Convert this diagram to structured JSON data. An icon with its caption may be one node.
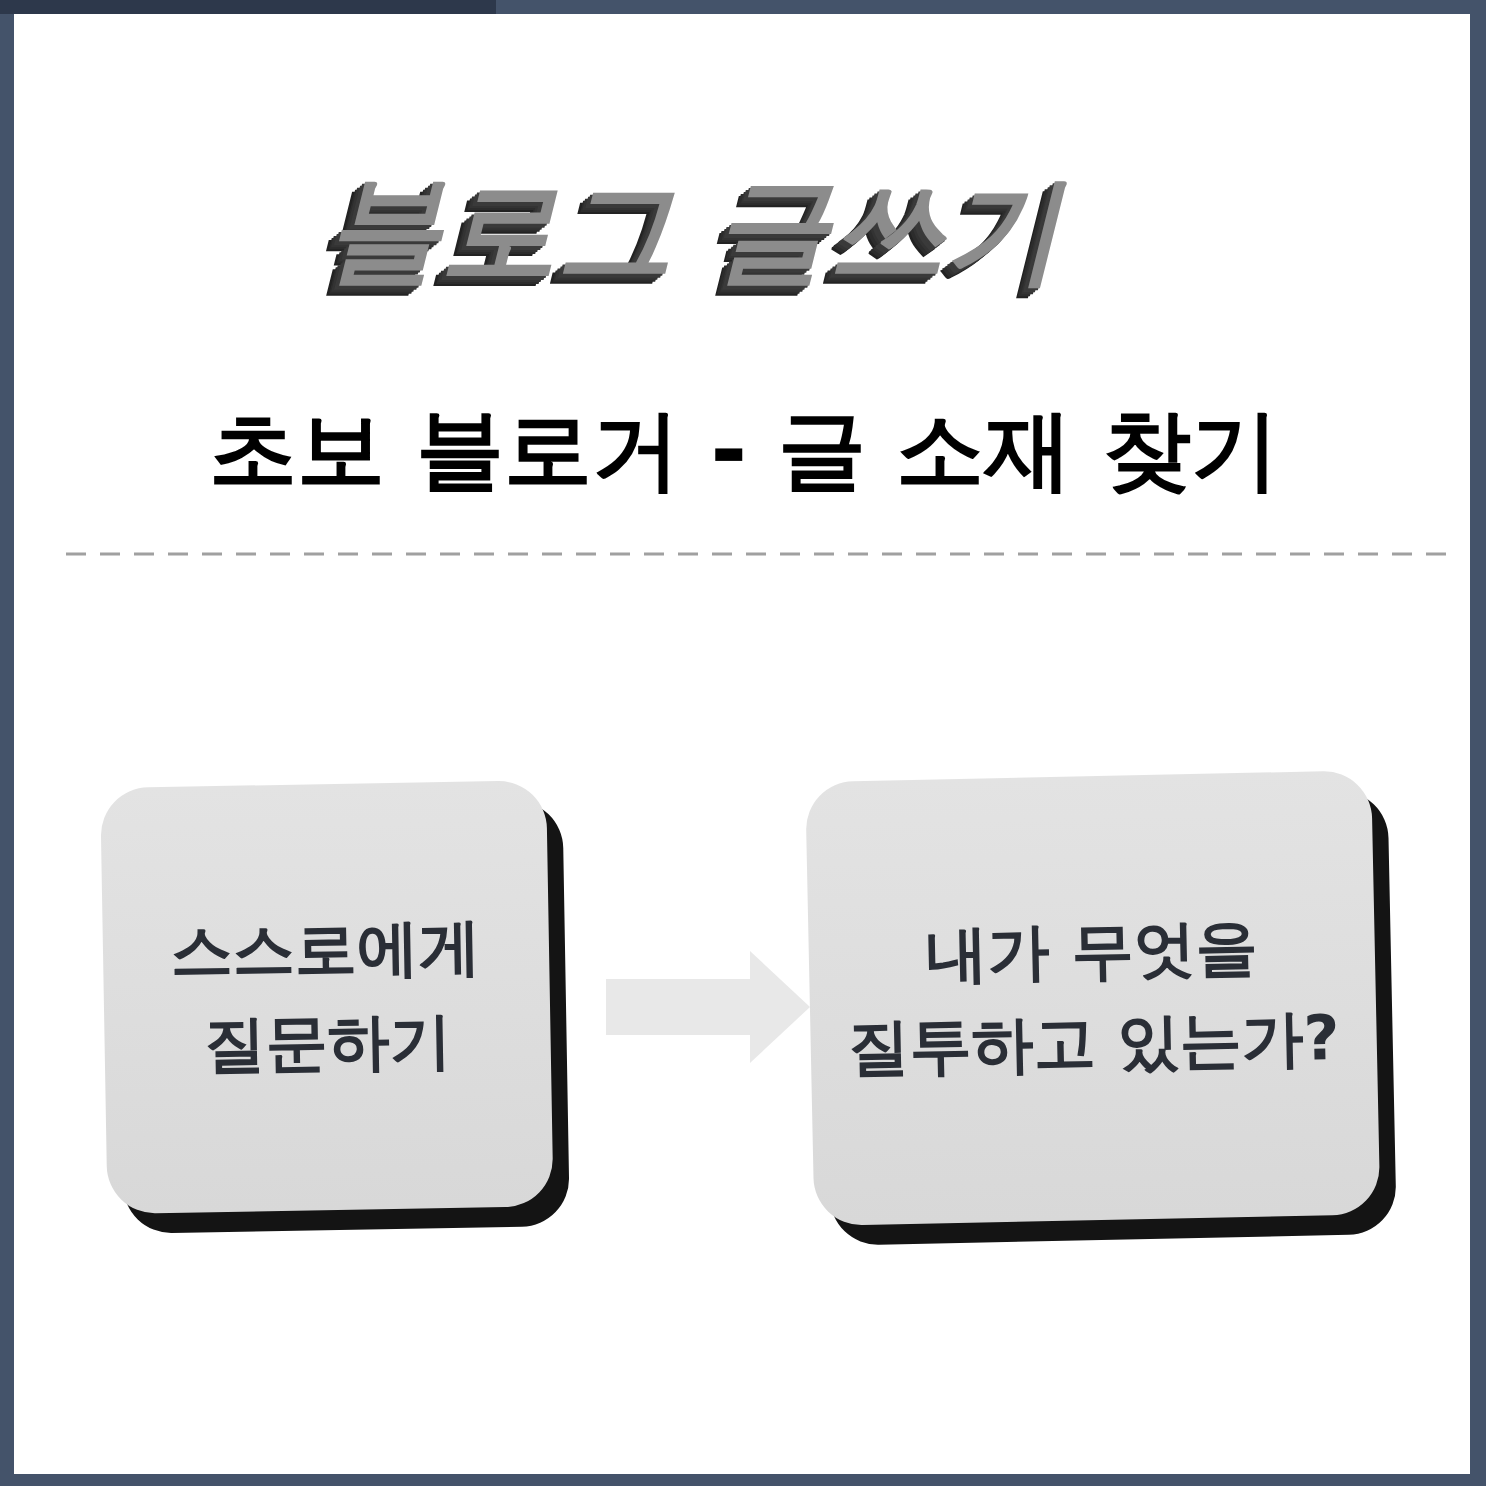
{
  "diagram": {
    "title": "블로그 글쓰기",
    "nodes": [
      {
        "text": [
          "스스로에게 질문하기"
        ]
      },
      {
        "text": [
          "내가 무엇을 질투하고 있는가?"
        ]
      }
    ],
    "edges": [
      {
        "from": 0,
        "to": 1,
        "arrow": "to"
      }
    ],
    "labels": [
      "초보 블로거 - 글 소재 찾기"
    ]
  }
}
